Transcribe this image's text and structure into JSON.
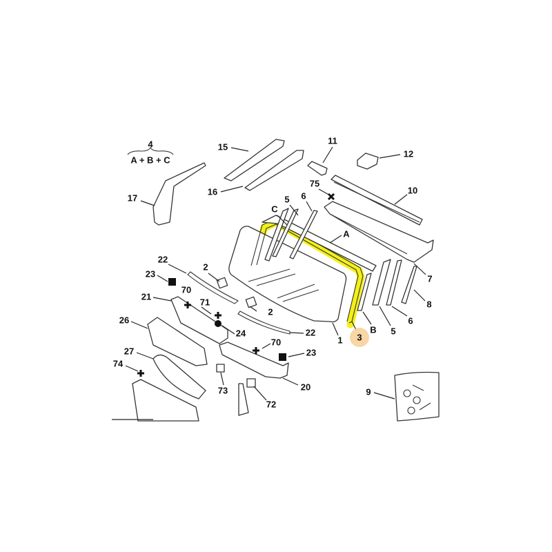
{
  "diagram": {
    "group_label": "4",
    "group_formula": "A + B + C",
    "highlight_color": "#f2ee00",
    "callout_color": "#f7cf95",
    "labels": {
      "p15": "15",
      "p16": "16",
      "p17": "17",
      "p11": "11",
      "p12": "12",
      "p75": "75",
      "p10": "10",
      "p5a": "5",
      "p6a": "6",
      "pC": "C",
      "pA": "A",
      "p7": "7",
      "p22a": "22",
      "p2a": "2",
      "p23a": "23",
      "p21": "21",
      "p70a": "70",
      "p71": "71",
      "p24": "24",
      "p2b": "2",
      "p22b": "22",
      "p1": "1",
      "p3": "3",
      "pB": "B",
      "p5b": "5",
      "p6b": "6",
      "p8": "8",
      "p26": "26",
      "p27": "27",
      "p74": "74",
      "p70b": "70",
      "p23b": "23",
      "p73": "73",
      "p20": "20",
      "p72": "72",
      "p9": "9"
    }
  }
}
